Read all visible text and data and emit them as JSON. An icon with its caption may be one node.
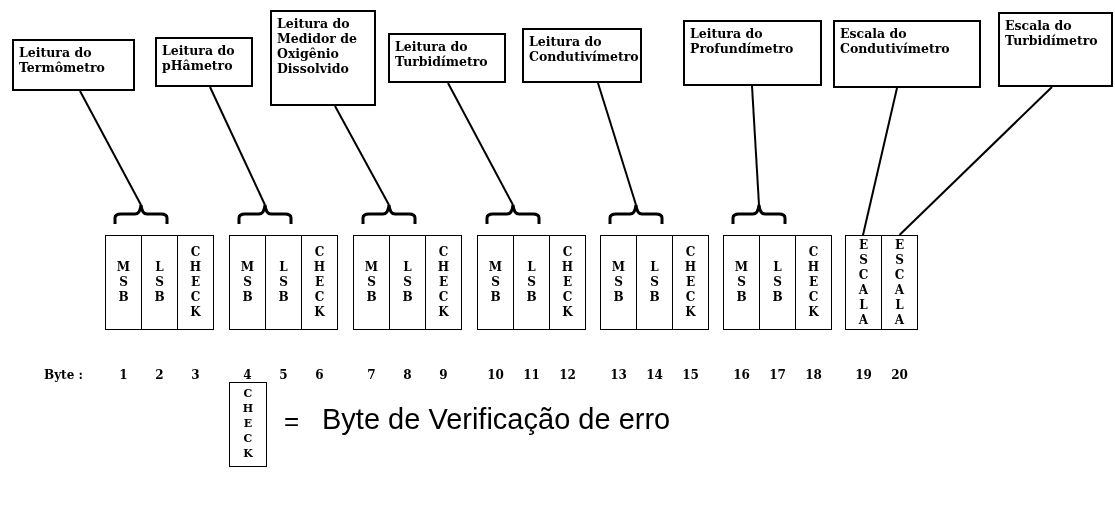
{
  "diagram": {
    "nodes": [
      {
        "text": [
          "Leitura do Termômetro"
        ]
      },
      {
        "text": [
          "Leitura do pHâmetro"
        ]
      },
      {
        "text": [
          "Leitura do Medidor de Oxigênio Dissolvido"
        ]
      },
      {
        "text": [
          "Leitura do Turbidímetro"
        ]
      },
      {
        "text": [
          "Leitura do Condutivímetro"
        ]
      },
      {
        "text": [
          "Leitura do Profundímetro"
        ]
      },
      {
        "text": [
          "Escala do Condutivímetro"
        ]
      },
      {
        "text": [
          "Escala do Turbidímetro"
        ]
      },
      {
        "text": [],
        "shape": "brace"
      },
      {
        "text": [],
        "shape": "brace"
      },
      {
        "text": [],
        "shape": "brace"
      },
      {
        "text": [],
        "shape": "brace"
      },
      {
        "text": [],
        "shape": "brace"
      },
      {
        "text": [],
        "shape": "brace"
      },
      {
        "text": [
          "MSB"
        ]
      },
      {
        "text": [
          "LSB"
        ]
      },
      {
        "text": [
          "CHECK"
        ]
      },
      {
        "text": [
          "MSB"
        ]
      },
      {
        "text": [
          "LSB"
        ]
      },
      {
        "text": [
          "CHECK"
        ]
      },
      {
        "text": [
          "MSB"
        ]
      },
      {
        "text": [
          "LSB"
        ]
      },
      {
        "text": [
          "CHECK"
        ]
      },
      {
        "text": [
          "MSB"
        ]
      },
      {
        "text": [
          "LSB"
        ]
      },
      {
        "text": [
          "CHECK"
        ]
      },
      {
        "text": [
          "MSB"
        ]
      },
      {
        "text": [
          "LSB"
        ]
      },
      {
        "text": [
          "CHECK"
        ]
      },
      {
        "text": [
          "MSB"
        ]
      },
      {
        "text": [
          "LSB"
        ]
      },
      {
        "text": [
          "CHECK"
        ]
      },
      {
        "text": [
          "ESCALA"
        ]
      },
      {
        "text": [
          "ESCALA"
        ]
      },
      {
        "text": [
          "CHECK"
        ]
      }
    ],
    "edges": [
      {
        "from": 0,
        "to": 8,
        "arrow": "none"
      },
      {
        "from": 1,
        "to": 9,
        "arrow": "none"
      },
      {
        "from": 2,
        "to": 10,
        "arrow": "none"
      },
      {
        "from": 3,
        "to": 11,
        "arrow": "none"
      },
      {
        "from": 4,
        "to": 12,
        "arrow": "none"
      },
      {
        "from": 5,
        "to": 13,
        "arrow": "none"
      },
      {
        "from": 6,
        "to": 32,
        "arrow": "none"
      },
      {
        "from": 7,
        "to": 33,
        "arrow": "none"
      }
    ],
    "labels": [
      "Byte :",
      "1",
      "2",
      "3",
      "4",
      "5",
      "6",
      "7",
      "8",
      "9",
      "10",
      "11",
      "12",
      "13",
      "14",
      "15",
      "16",
      "17",
      "18",
      "19",
      "20",
      "=",
      "Byte de Verificação de erro"
    ]
  }
}
